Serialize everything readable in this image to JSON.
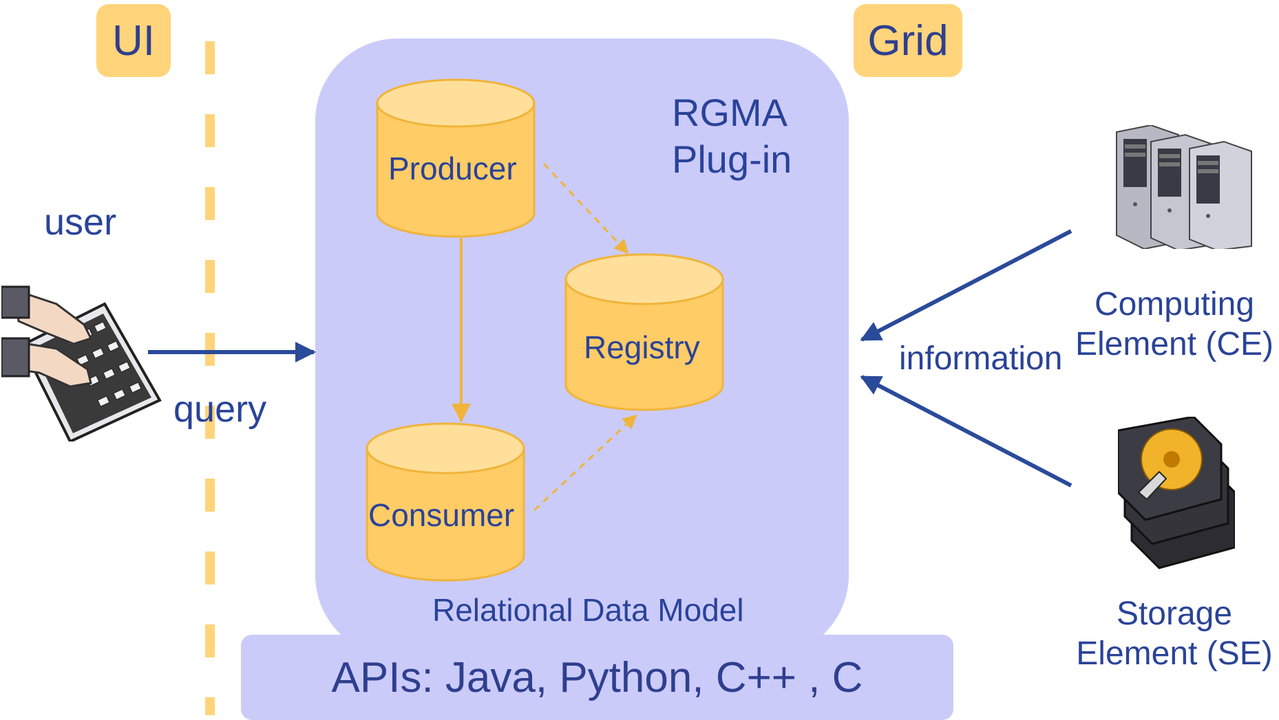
{
  "sides": {
    "left": "UI",
    "right": "Grid"
  },
  "plugin": {
    "title_line1": "RGMA",
    "title_line2": "Plug-in",
    "model": "Relational Data Model"
  },
  "apis": "APIs: Java, Python, C++ , C",
  "components": {
    "producer": "Producer",
    "registry": "Registry",
    "consumer": "Consumer"
  },
  "user": {
    "label": "user",
    "action": "query"
  },
  "grid": {
    "info": "information",
    "ce_line1": "Computing",
    "ce_line2": "Element (CE)",
    "se_line1": "Storage",
    "se_line2": "Element (SE)"
  },
  "colors": {
    "panel": "#cbcbfa",
    "accent": "#ffd47a",
    "cylinder": "#ffcc66",
    "text": "#2a4399",
    "arrow": "#2a4a9a"
  },
  "icons": [
    "keyboard-typing-icon",
    "server-tower-icon",
    "hard-drive-stack-icon"
  ]
}
